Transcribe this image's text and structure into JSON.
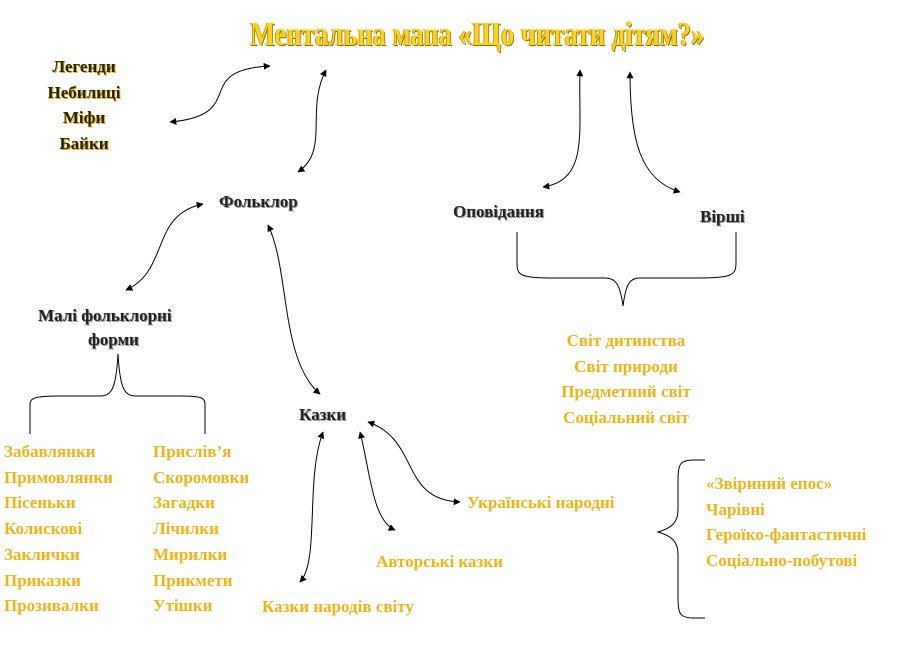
{
  "title": "Ментальна мапа «Що читати дітям?»",
  "top_left_list": [
    "Легенди",
    "Небилиці",
    "Міфи",
    "Байки"
  ],
  "nodes": {
    "folklore": "Фольклор",
    "stories": "Оповідання",
    "poems": "Вірші",
    "small_forms_line1": "Малі фольклорні",
    "small_forms_line2": "форми",
    "tales": "Казки"
  },
  "worlds": [
    "Світ дитинства",
    "Світ природи",
    "Предметний світ",
    "Соціальний світ"
  ],
  "small_forms_col1": [
    "Забавлянки",
    "Примовлянки",
    "Пісеньки",
    "Колискові",
    "Заклички",
    "Приказки",
    "Прозивалки"
  ],
  "small_forms_col2": [
    "Прислів’я",
    "Скоромовки",
    "Загадки",
    "Лічилки",
    "Мирилки",
    "Прикмети",
    "Утішки"
  ],
  "tale_types": {
    "ukrainian": "Українські народні",
    "authors": "Авторські казки",
    "world": "Казки народів світу"
  },
  "ukrainian_types": [
    "«Звіриний епос»",
    "Чарівні",
    "Героїко-фантастичні",
    "Соціально-побутові"
  ],
  "colors": {
    "gold": "#f0b414",
    "title": "#ffd21f",
    "text_dark": "#222222"
  }
}
